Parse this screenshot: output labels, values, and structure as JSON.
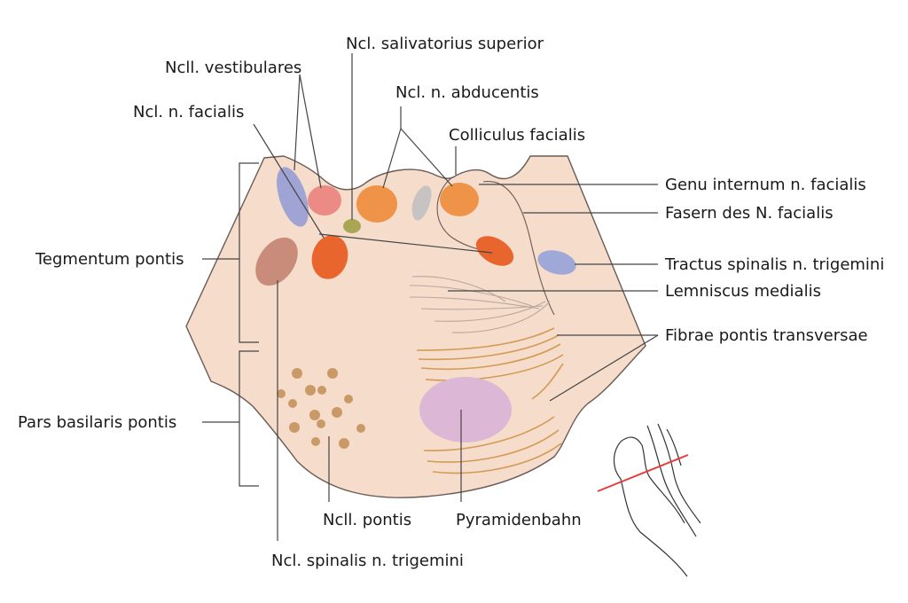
{
  "labels": {
    "salivatorius": "Ncl. salivatorius superior",
    "vestibulares": "Ncll. vestibulares",
    "abducentis": "Ncl. n. abducentis",
    "facialis": "Ncl. n. facialis",
    "colliculus": "Colliculus facialis",
    "genu": "Genu internum n. facialis",
    "fasern": "Fasern des N. facialis",
    "tegmentum": "Tegmentum pontis",
    "tractus": "Tractus spinalis n. trigemini",
    "lemniscus": "Lemniscus medialis",
    "fibrae": "Fibrae pontis transversae",
    "basilaris": "Pars basilaris pontis",
    "ncll_pontis": "Ncll. pontis",
    "pyramidenbahn": "Pyramidenbahn",
    "spinalis": "Ncl. spinalis n. trigemini"
  },
  "colors": {
    "section_fill": "#f5dccb",
    "outline": "#6b5a55",
    "vestibular": "#9fa4d4",
    "salivatorius_superior": "#a9a653",
    "abducens": "#ef9348",
    "facialis_nucleus": "#e8662e",
    "red_nucleus_pink": "#ec8a86",
    "gray_nucleus": "#c6c3c2",
    "spinal_trigeminal": "#c98b7a",
    "tractus_spinalis": "#9fa8d6",
    "pyramid": "#dcb8d6",
    "pontine_nuclei": "#c99a68",
    "fibers": "#d49a55",
    "cut_line": "#e63c3c"
  }
}
